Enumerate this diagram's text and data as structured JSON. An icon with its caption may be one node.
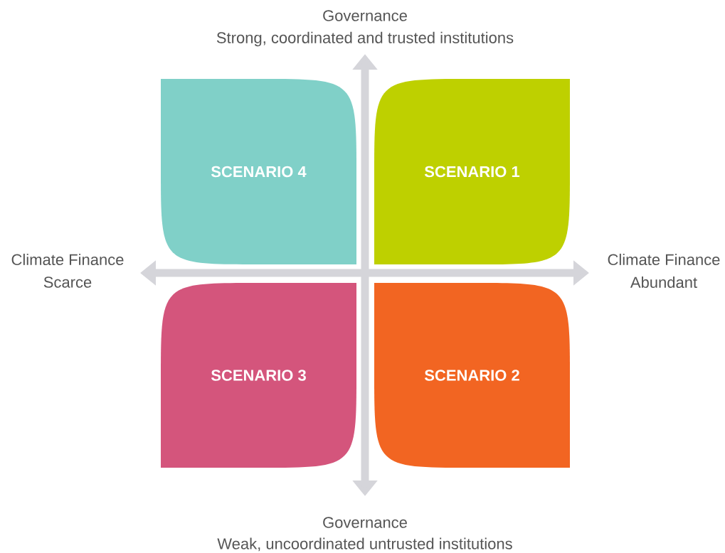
{
  "diagram": {
    "nodes": [
      {
        "text": [
          "SCENARIO 4"
        ]
      },
      {
        "text": [
          "SCENARIO 1"
        ]
      },
      {
        "text": [
          "SCENARIO 3"
        ]
      },
      {
        "text": [
          "SCENARIO 2"
        ]
      }
    ],
    "labels": [
      "Governance",
      "Strong, coordinated and trusted institutions",
      "Climate Finance",
      "Scarce",
      "Climate Finance",
      "Abundant",
      "Governance",
      "Weak, uncoordinated untrusted institutions"
    ]
  }
}
